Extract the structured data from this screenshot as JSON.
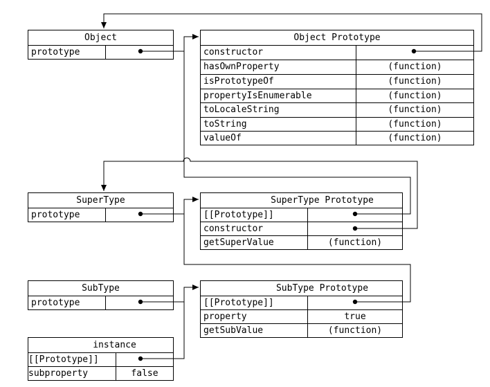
{
  "object": {
    "title": "Object",
    "rows": [
      {
        "key": "prototype",
        "value": ""
      }
    ]
  },
  "object_prototype": {
    "title": "Object Prototype",
    "rows": [
      {
        "key": "constructor",
        "value": ""
      },
      {
        "key": "hasOwnProperty",
        "value": "(function)"
      },
      {
        "key": "isPrototypeOf",
        "value": "(function)"
      },
      {
        "key": "propertyIsEnumerable",
        "value": "(function)"
      },
      {
        "key": "toLocaleString",
        "value": "(function)"
      },
      {
        "key": "toString",
        "value": "(function)"
      },
      {
        "key": "valueOf",
        "value": "(function)"
      }
    ]
  },
  "supertype": {
    "title": "SuperType",
    "rows": [
      {
        "key": "prototype",
        "value": ""
      }
    ]
  },
  "supertype_prototype": {
    "title": "SuperType Prototype",
    "rows": [
      {
        "key": "[[Prototype]]",
        "value": ""
      },
      {
        "key": "constructor",
        "value": ""
      },
      {
        "key": "getSuperValue",
        "value": "(function)"
      }
    ]
  },
  "subtype": {
    "title": "SubType",
    "rows": [
      {
        "key": "prototype",
        "value": ""
      }
    ]
  },
  "subtype_prototype": {
    "title": "SubType Prototype",
    "rows": [
      {
        "key": "[[Prototype]]",
        "value": ""
      },
      {
        "key": "property",
        "value": "true"
      },
      {
        "key": "getSubValue",
        "value": "(function)"
      }
    ]
  },
  "instance": {
    "title": "instance",
    "rows": [
      {
        "key": "[[Prototype]]",
        "value": ""
      },
      {
        "key": "subproperty",
        "value": "false"
      }
    ]
  }
}
